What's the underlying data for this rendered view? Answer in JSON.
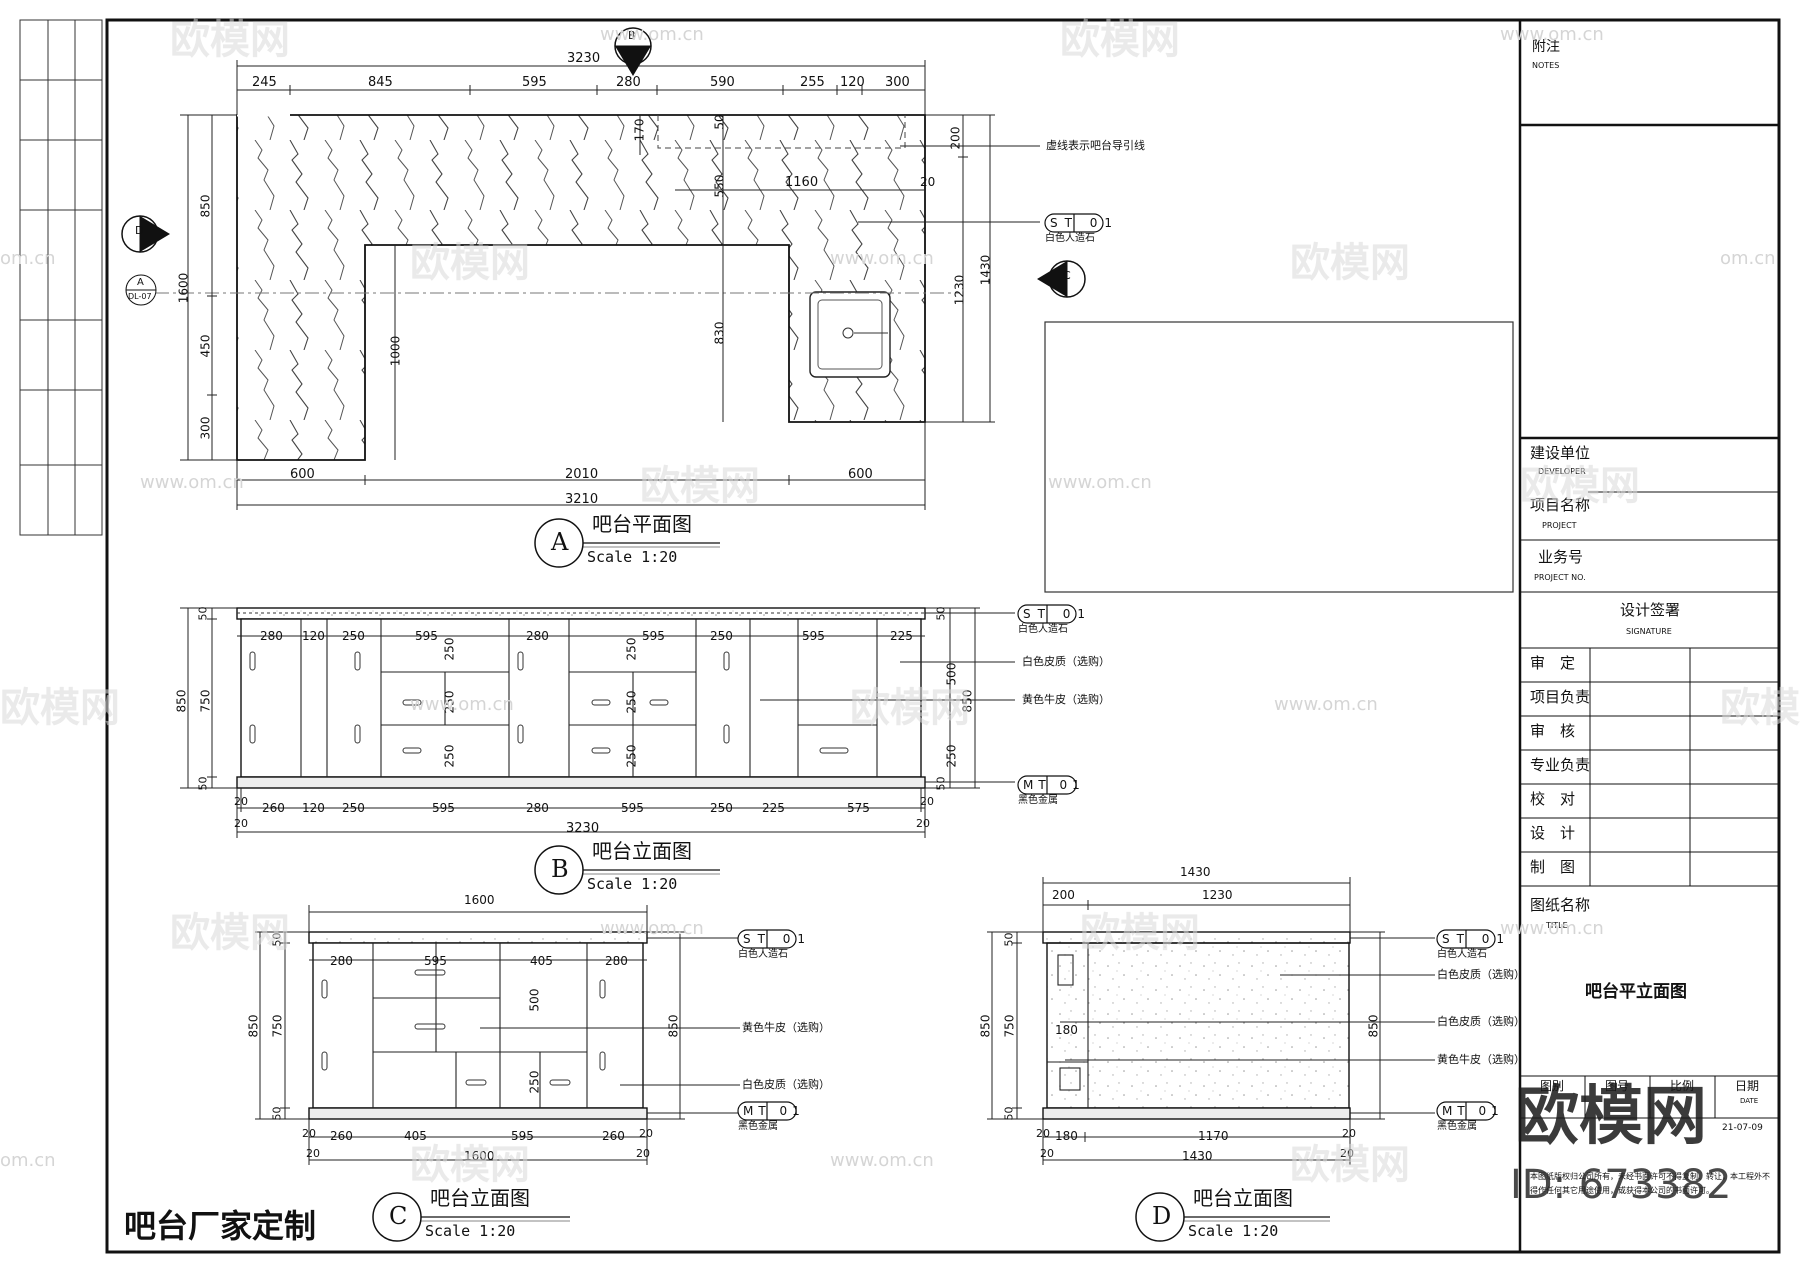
{
  "plan": {
    "top_dims": [
      "3230",
      "245",
      "845",
      "595",
      "280",
      "590",
      "255",
      "120",
      "300"
    ],
    "inner_dims": [
      "170",
      "50",
      "200",
      "550",
      "1160",
      "20"
    ],
    "left_dims": [
      "850",
      "1600",
      "450",
      "300"
    ],
    "right_dims": [
      "1230",
      "1430"
    ],
    "center_dims": [
      "1000",
      "830"
    ],
    "bottom_dims": [
      "600",
      "2010",
      "600",
      "3210"
    ],
    "note_dash": "虚线表示吧台导引线",
    "tag": "ST 01",
    "tag_sub": "白色人造石",
    "sym_b": "B",
    "sym_c": "C",
    "sym_d": "D",
    "sym_a": "A",
    "sym_a_sub": "DL-07",
    "title_letter": "A",
    "title": "吧台平面图",
    "scale": "Scale 1:20"
  },
  "elev_b": {
    "top_dims": [
      "280",
      "120",
      "250",
      "595",
      "280",
      "595",
      "250",
      "595",
      "225"
    ],
    "inner_dims": [
      "250",
      "250",
      "250",
      "250",
      "250",
      "250",
      "500",
      "250"
    ],
    "left_dims": [
      "50",
      "850",
      "750",
      "50"
    ],
    "right_dims": [
      "850",
      "50",
      "50"
    ],
    "bottom_dims": [
      "20",
      "260",
      "120",
      "250",
      "595",
      "280",
      "595",
      "250",
      "225",
      "575",
      "20",
      "20",
      "3230",
      "20"
    ],
    "tag_st": "ST 01",
    "tag_st_sub": "白色人造石",
    "note1": "白色皮质（选购）",
    "note2": "黄色牛皮（选购）",
    "tag_mt": "MT 01",
    "tag_mt_sub": "黑色金属",
    "title_letter": "B",
    "title": "吧台立面图",
    "scale": "Scale 1:20"
  },
  "elev_c": {
    "top_dims": [
      "1600",
      "280",
      "595",
      "405",
      "280"
    ],
    "inner_dims": [
      "500",
      "250"
    ],
    "left_dims": [
      "50",
      "850",
      "750",
      "50"
    ],
    "right_dims": [
      "850"
    ],
    "bottom_dims": [
      "20",
      "260",
      "405",
      "595",
      "260",
      "20",
      "20",
      "1600",
      "20"
    ],
    "tag_st": "ST 01",
    "tag_st_sub": "白色人造石",
    "note1": "黄色牛皮（选购）",
    "note2": "白色皮质（选购）",
    "tag_mt": "MT 01",
    "tag_mt_sub": "黑色金属",
    "title_letter": "C",
    "title": "吧台立面图",
    "scale": "Scale 1:20"
  },
  "elev_d": {
    "top_dims": [
      "1430",
      "200",
      "1230"
    ],
    "inner_dims": [
      "180"
    ],
    "left_dims": [
      "50",
      "850",
      "750",
      "50"
    ],
    "right_dims": [
      "850"
    ],
    "bottom_dims": [
      "20",
      "180",
      "1170",
      "20",
      "20",
      "1430",
      "20"
    ],
    "tag_st": "ST 01",
    "tag_st_sub": "白色人造石",
    "note1": "白色皮质（选购）",
    "note2": "白色皮质（选购）",
    "note3": "黄色牛皮（选购）",
    "tag_mt": "MT 01",
    "tag_mt_sub": "黑色金属",
    "title_letter": "D",
    "title": "吧台立面图",
    "scale": "Scale 1:20"
  },
  "footer_note": "吧台厂家定制",
  "titleblock": {
    "notes_cn": "附注",
    "notes_en": "NOTES",
    "dev_cn": "建设单位",
    "dev_en": "DEVELOPER",
    "proj_cn": "项目名称",
    "proj_en": "PROJECT",
    "no_cn": "业务号",
    "no_en": "PROJECT NO.",
    "sig_cn": "设计签署",
    "sig_en": "SIGNATURE",
    "roles": [
      "审　定",
      "项目负责",
      "审　核",
      "专业负责",
      "校　对",
      "设　计",
      "制　图"
    ],
    "title_cn": "图纸名称",
    "title_en": "TITLE",
    "drawing_title": "吧台平立面图",
    "meta_labels": [
      "图别",
      "图号",
      "比例",
      "日期"
    ],
    "meta_date_en": "DATE",
    "meta_date_val": "21-07-09",
    "legal": "本图纸版权归公司所有，未经书面许可不得复制、转让，本工程外不得作任何其它用途使用，或获得本公司的书面许可。"
  },
  "watermark": {
    "brand": "欧模网",
    "url": "www.om.cn",
    "short_url": "om.cn",
    "big": "欧模网",
    "id": "ID: 673382"
  }
}
